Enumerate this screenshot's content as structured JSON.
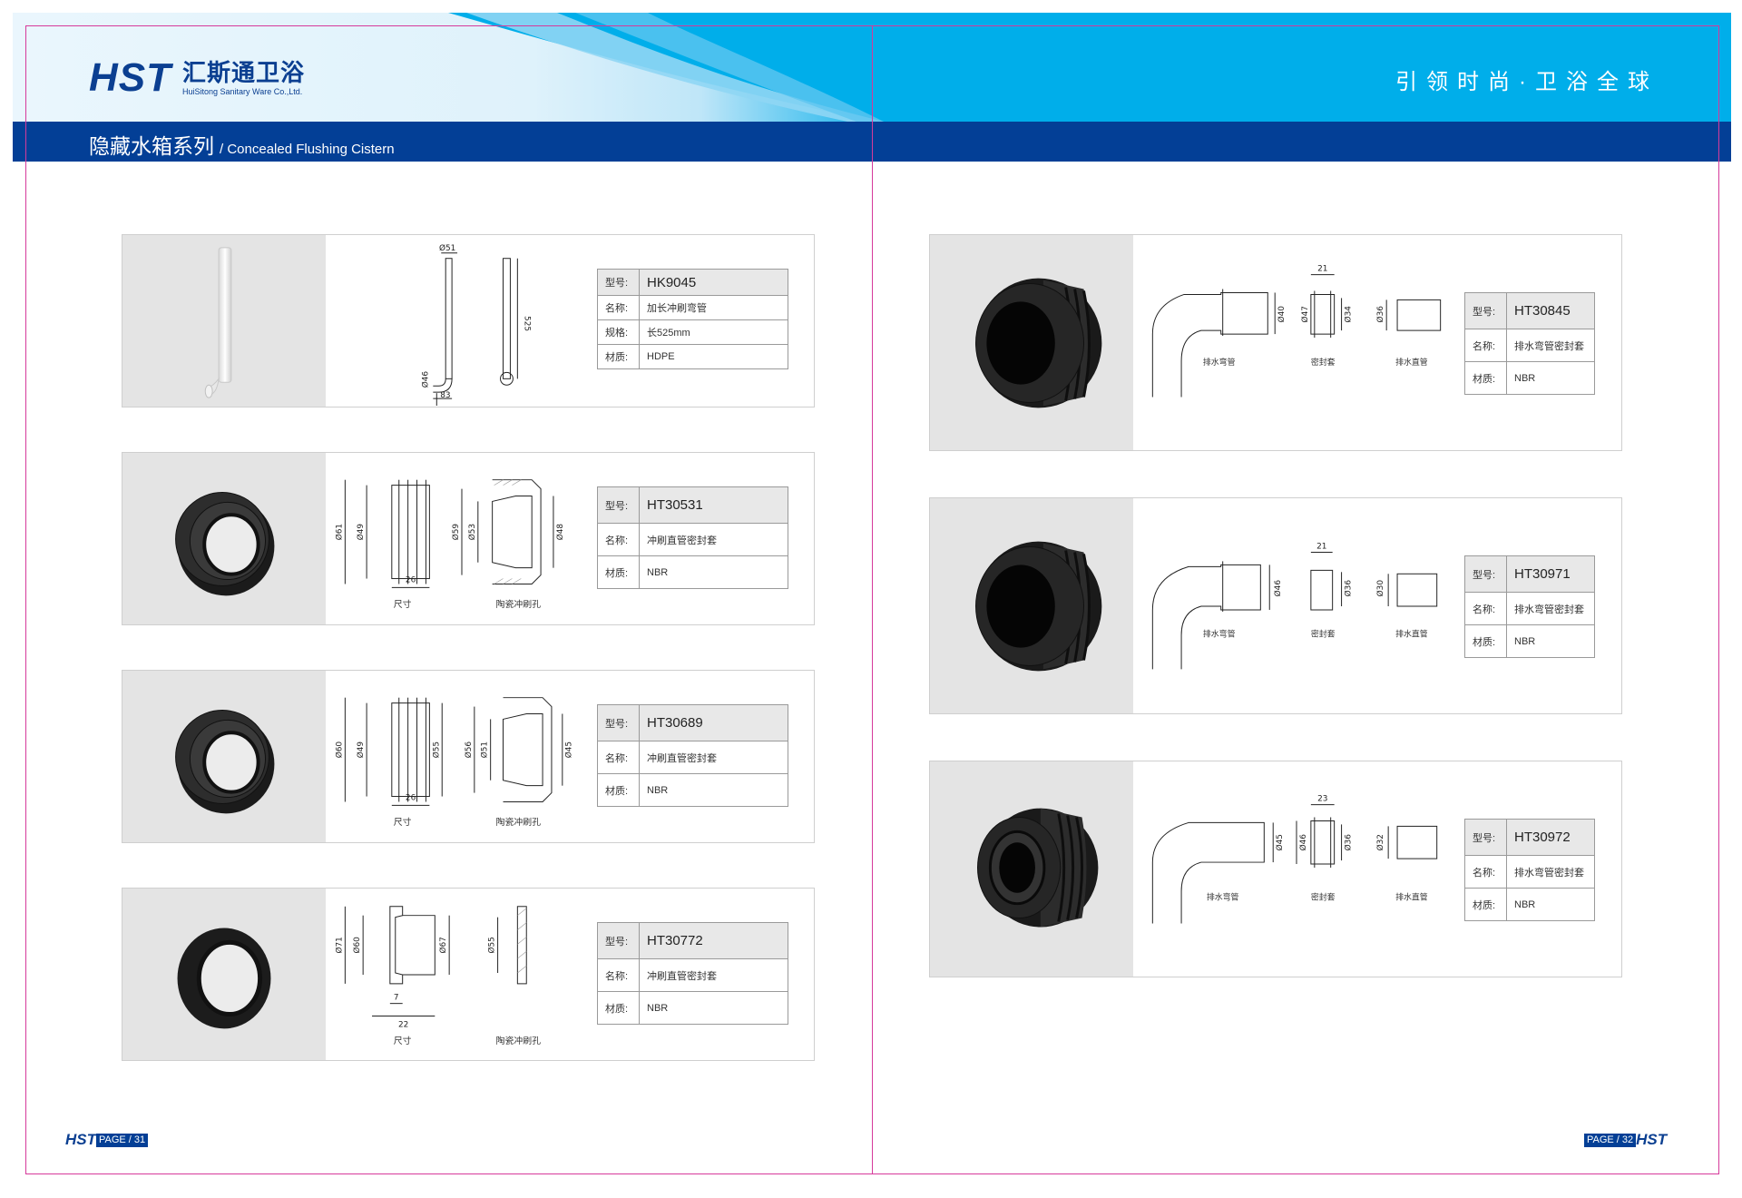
{
  "header": {
    "brand_logo": "HST",
    "brand_cn": "汇斯通卫浴",
    "brand_en": "HuiSitong Sanitary Ware Co.,Ltd.",
    "slogan": "引领时尚·卫浴全球",
    "series_cn": "隐藏水箱系列",
    "series_en": "/ Concealed Flushing Cistern"
  },
  "spec_keys": {
    "model": "型号:",
    "name": "名称:",
    "spec": "规格:",
    "material": "材质:"
  },
  "products_left": [
    {
      "model": "HK9045",
      "name": "加长冲刷弯管",
      "spec": "长525mm",
      "material": "HDPE"
    },
    {
      "model": "HT30531",
      "name": "冲刷直管密封套",
      "material": "NBR"
    },
    {
      "model": "HT30689",
      "name": "冲刷直管密封套",
      "material": "NBR"
    },
    {
      "model": "HT30772",
      "name": "冲刷直管密封套",
      "material": "NBR"
    }
  ],
  "products_right": [
    {
      "model": "HT30845",
      "name": "排水弯管密封套",
      "material": "NBR"
    },
    {
      "model": "HT30971",
      "name": "排水弯管密封套",
      "material": "NBR"
    },
    {
      "model": "HT30972",
      "name": "排水弯管密封套",
      "material": "NBR"
    }
  ],
  "captions": {
    "size": "尺寸",
    "ceramic_hole": "陶瓷冲刷孔",
    "drain_bend": "排水弯管",
    "seal": "密封套",
    "drain_straight": "排水直管"
  },
  "dimensions": {
    "hk9045": {
      "top": "Ø51",
      "length": "525",
      "bottom": "Ø46",
      "width": "83"
    },
    "ht30531": {
      "d1": "Ø61",
      "d2": "Ø49",
      "w": "26",
      "d3": "Ø59",
      "d4": "Ø53",
      "d5": "Ø48"
    },
    "ht30689": {
      "d1": "Ø60",
      "d2": "Ø49",
      "d3": "Ø55",
      "w": "26",
      "d4": "Ø56",
      "d5": "Ø51",
      "d6": "Ø45"
    },
    "ht30772": {
      "d1": "Ø71",
      "d2": "Ø60",
      "d3": "Ø67",
      "w1": "7",
      "w2": "22",
      "d4": "Ø55"
    },
    "ht30845": {
      "a": "Ø40",
      "b": "21",
      "c": "Ø47",
      "d": "Ø34",
      "e": "Ø36"
    },
    "ht30971": {
      "a": "Ø46",
      "b": "21",
      "c": "Ø36",
      "d": "Ø30"
    },
    "ht30972": {
      "a": "Ø45",
      "b": "23",
      "c": "Ø46",
      "d": "Ø36",
      "e": "Ø32"
    }
  },
  "footer": {
    "left_logo": "HST",
    "left_page": "PAGE / 31",
    "right_logo": "HST",
    "right_page": "PAGE / 32"
  },
  "colors": {
    "navy": "#033f96",
    "cyan": "#00aeea",
    "frame": "#d63a9b",
    "panel": "#e4e4e4"
  }
}
